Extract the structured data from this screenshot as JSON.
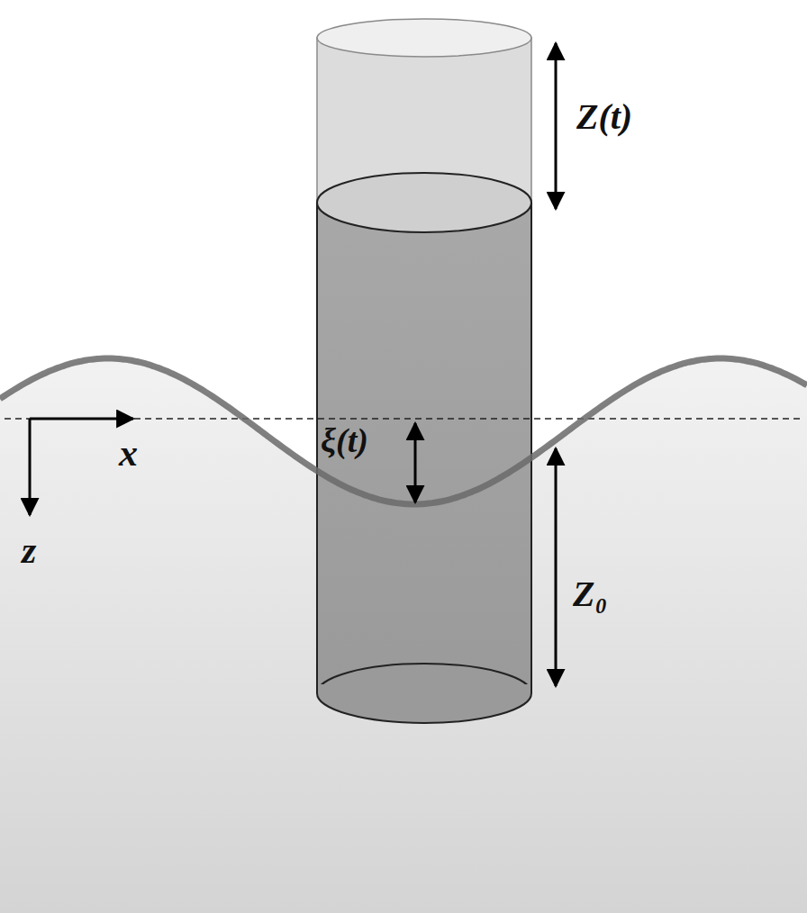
{
  "diagram": {
    "labels": [
      "Z(t)",
      "ξ(t)",
      "Z₀",
      "x",
      "z"
    ]
  }
}
